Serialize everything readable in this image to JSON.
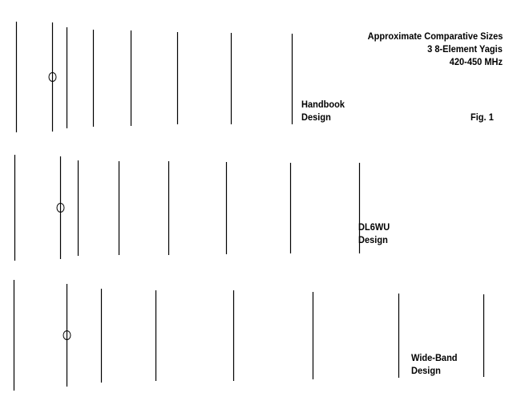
{
  "title": {
    "line1": "Approximate Comparative Sizes",
    "line2": "3 8-Element Yagis",
    "line3": "420-450 MHz"
  },
  "figure_label": "Fig. 1",
  "designs": [
    {
      "name": "handbook",
      "label1": "Handbook",
      "label2": "Design",
      "element_count": 8
    },
    {
      "name": "dl6wu",
      "label1": "DL6WU",
      "label2": "Design",
      "element_count": 8
    },
    {
      "name": "wide-band",
      "label1": "Wide-Band",
      "label2": "Design",
      "element_count": 8
    }
  ],
  "colors": {
    "line": "#000000",
    "background": "#ffffff"
  }
}
